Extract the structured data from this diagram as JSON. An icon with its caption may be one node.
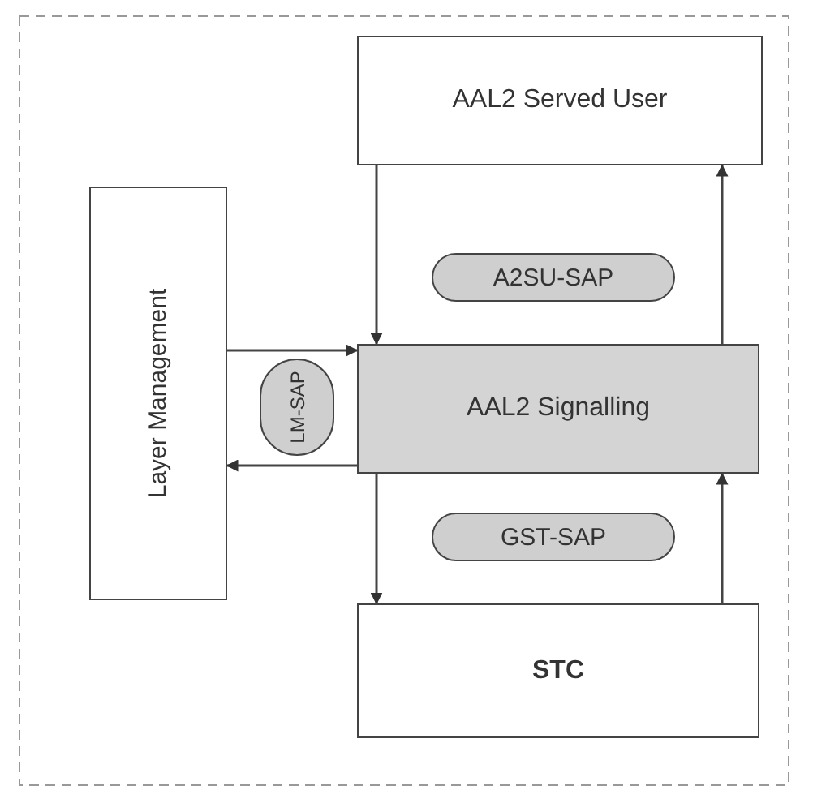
{
  "diagram": {
    "nodes": [
      {
        "text": [
          "AAL2 Served User"
        ]
      },
      {
        "text": [
          "A2SU-SAP"
        ]
      },
      {
        "text": [
          "Layer Management"
        ]
      },
      {
        "text": [
          "LM-SAP"
        ]
      },
      {
        "text": [
          "AAL2 Signalling"
        ]
      },
      {
        "text": [
          "GST-SAP"
        ]
      },
      {
        "text": [
          "STC"
        ]
      }
    ],
    "edges": [
      {
        "from": 0,
        "to": 4,
        "arrow": "to"
      },
      {
        "from": 4,
        "to": 0,
        "arrow": "to"
      },
      {
        "from": 2,
        "to": 4,
        "arrow": "to"
      },
      {
        "from": 4,
        "to": 2,
        "arrow": "to"
      },
      {
        "from": 4,
        "to": 6,
        "arrow": "to"
      },
      {
        "from": 6,
        "to": 4,
        "arrow": "to"
      }
    ]
  }
}
